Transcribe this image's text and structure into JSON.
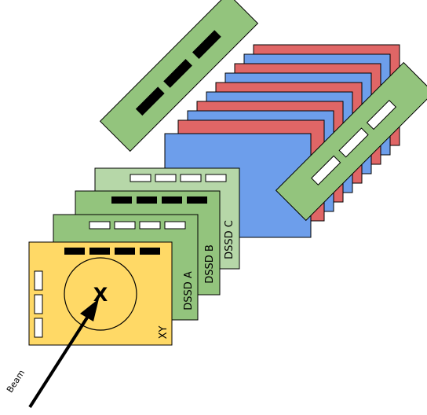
{
  "labels": {
    "beam": "Beam",
    "xy": "XY",
    "dssd_a": "DSSD A",
    "dssd_b": "DSSD B",
    "dssd_c": "DSSD C",
    "target_mark": "X"
  },
  "colors": {
    "red_plate": "#e06666",
    "blue_plate": "#6d9eeb",
    "green_strip": "#93c47d",
    "dssd_a_fill": "#93c47d",
    "dssd_b_fill": "#93c47d",
    "dssd_c_fill": "#b6d7a8",
    "xy_fill": "#ffd966",
    "outline": "#000000",
    "pad_dark": "#000000",
    "pad_light": "#ffffff"
  }
}
